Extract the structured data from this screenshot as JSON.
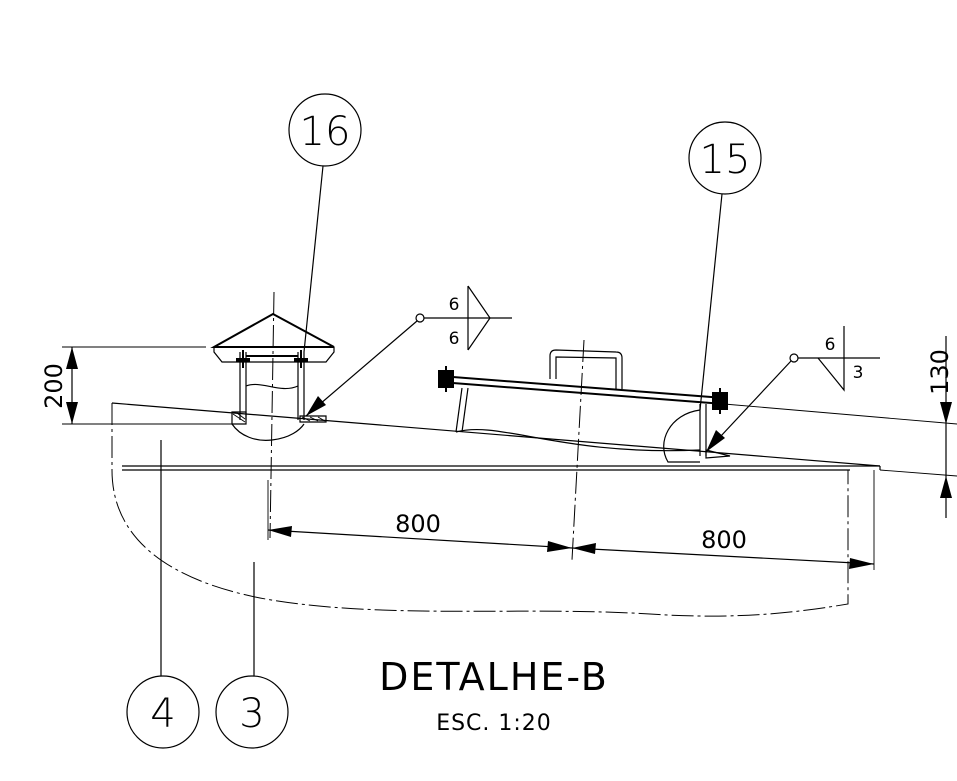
{
  "title": "DETALHE-B",
  "scale": "ESC. 1:20",
  "item_bubbles": {
    "vent": "16",
    "hatch": "15",
    "roof": "4",
    "shell": "3"
  },
  "dimensions": {
    "vent_height": "200",
    "spacing_left": "800",
    "spacing_right": "800",
    "slope_offset": "130"
  },
  "weld_symbols": {
    "vent_weld_top": "6",
    "vent_weld_bottom": "6",
    "hatch_weld_top": "6",
    "hatch_weld_bottom": "3"
  }
}
